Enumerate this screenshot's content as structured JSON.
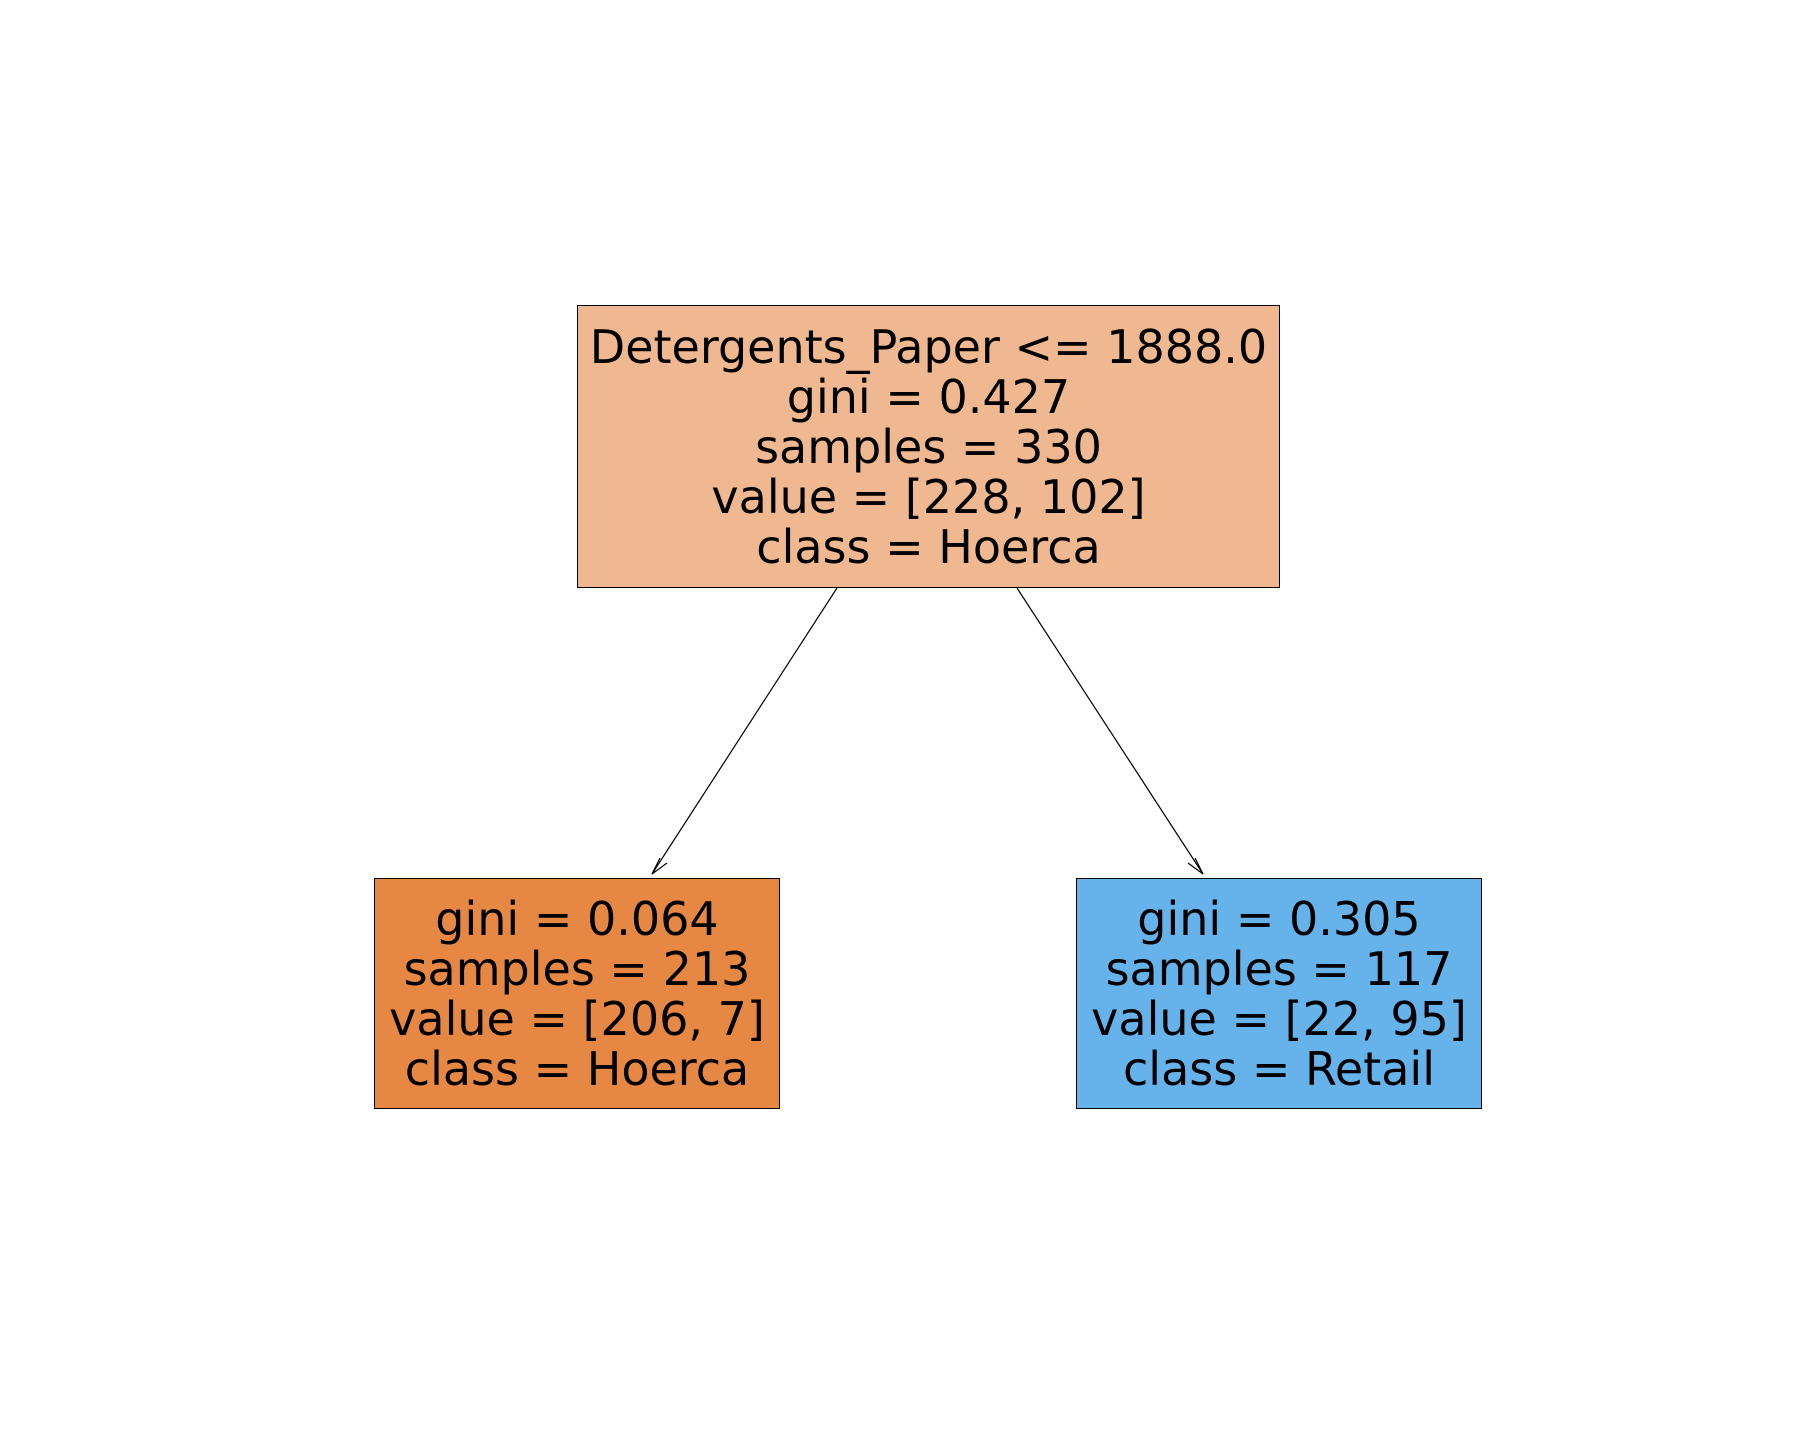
{
  "tree": {
    "root": {
      "lines": [
        "Detergents_Paper <= 1888.0",
        "gini = 0.427",
        "samples = 330",
        "value = [228, 102]",
        "class = Hoerca"
      ],
      "fill": "#f0b890"
    },
    "left": {
      "lines": [
        "gini = 0.064",
        "samples = 213",
        "value = [206, 7]",
        "class = Hoerca"
      ],
      "fill": "#e68743"
    },
    "right": {
      "lines": [
        "gini = 0.305",
        "samples = 117",
        "value = [22, 95]",
        "class = Retail"
      ],
      "fill": "#65b3ea"
    }
  }
}
